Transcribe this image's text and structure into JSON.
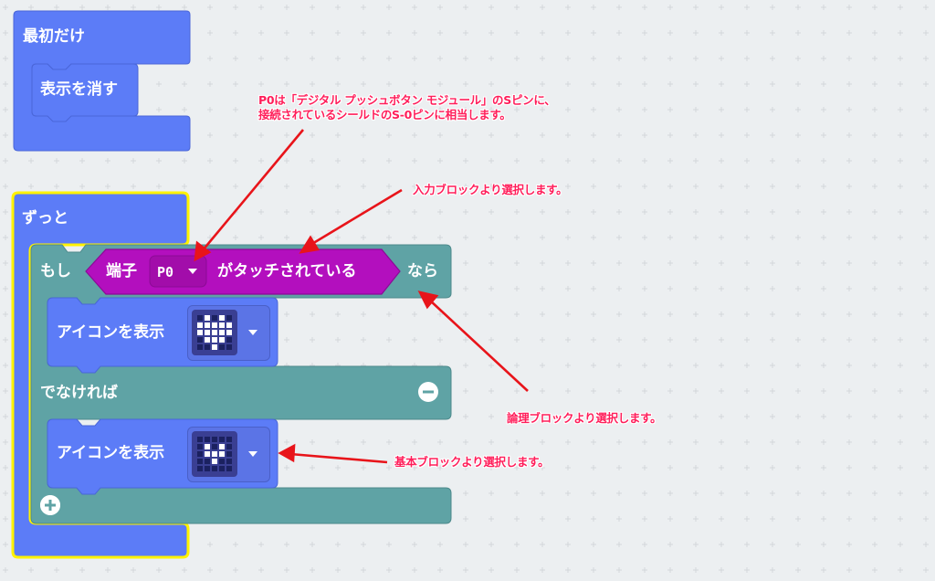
{
  "blocks": {
    "on_start": {
      "label": "最初だけ",
      "inner_label": "表示を消す"
    },
    "forever": {
      "label": "ずっと"
    },
    "if_block": {
      "if_label": "もし",
      "then_label": "なら",
      "else_label": "でなければ",
      "condition": {
        "label_pin": "端子",
        "pin_value": "P0",
        "label_touch": "がタッチされている"
      },
      "show_icon_1": {
        "label": "アイコンを表示",
        "icon": "heart-icon",
        "leds": [
          0,
          1,
          0,
          1,
          0,
          1,
          1,
          1,
          1,
          1,
          1,
          1,
          1,
          1,
          1,
          0,
          1,
          1,
          1,
          0,
          0,
          0,
          1,
          0,
          0
        ]
      },
      "show_icon_2": {
        "label": "アイコンを表示",
        "icon": "small-heart-icon",
        "leds": [
          0,
          0,
          0,
          0,
          0,
          0,
          1,
          0,
          1,
          0,
          0,
          1,
          1,
          1,
          0,
          0,
          0,
          1,
          0,
          0,
          0,
          0,
          0,
          0,
          0
        ]
      }
    }
  },
  "annotations": {
    "pin_note_line1": "P0は「デジタル プッシュボタン モジュール」のSピンに、",
    "pin_note_line2": "接続されているシールドのS-0ピンに相当します。",
    "input_note": "入力ブロックより選択します。",
    "logic_note": "論理ブロックより選択します。",
    "basic_note": "基本ブロックより選択します。"
  },
  "colors": {
    "basic_block": "#5c7cf7",
    "logic_block": "#5fa3a5",
    "input_block": "#b30fbe",
    "highlight": "#fff200",
    "annotation": "#ff1e5a",
    "workspace": "#eceff1"
  }
}
